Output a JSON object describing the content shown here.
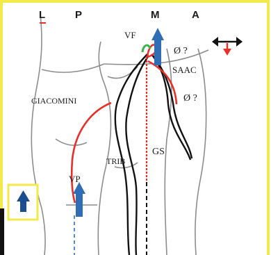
{
  "header": {
    "col_l": "L",
    "col_p": "P",
    "col_m": "M",
    "col_a": "A"
  },
  "labels": {
    "vf": "VF",
    "saac": "SAAC",
    "phi_top": "Ø ?",
    "phi_mid": "Ø ?",
    "giacomini": "GIACOMINI",
    "trib": "TRIB",
    "gs": "GS",
    "vp": "VP"
  },
  "colors": {
    "frame": "#f3ea4a",
    "reflux": "#e8302a",
    "flow_arrow": "#2f6db5",
    "outline": "#8c8c8c",
    "vein": "#111111"
  },
  "icons": [
    "double-arrow-icon",
    "up-arrow-icon"
  ]
}
